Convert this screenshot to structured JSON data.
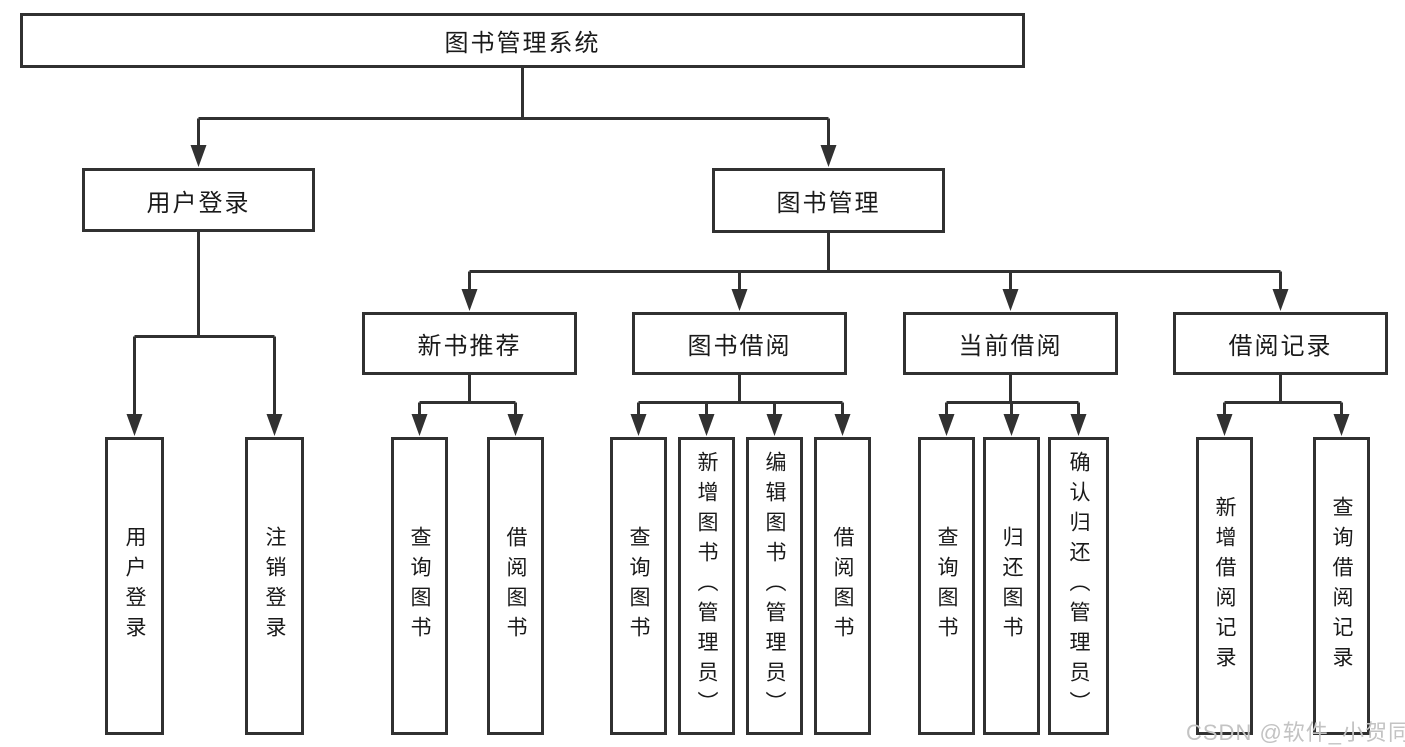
{
  "diagram": {
    "root": {
      "label": "图书管理系统"
    },
    "branches": [
      {
        "label": "用户登录",
        "children": [
          {
            "label": "用户登录"
          },
          {
            "label": "注销登录"
          }
        ]
      },
      {
        "label": "图书管理",
        "children": [
          {
            "label": "新书推荐",
            "children": [
              {
                "label": "查询图书"
              },
              {
                "label": "借阅图书"
              }
            ]
          },
          {
            "label": "图书借阅",
            "children": [
              {
                "label": "查询图书"
              },
              {
                "label": "新增图书（管理员）"
              },
              {
                "label": "编辑图书（管理员）"
              },
              {
                "label": "借阅图书"
              }
            ]
          },
          {
            "label": "当前借阅",
            "children": [
              {
                "label": "查询图书"
              },
              {
                "label": "归还图书"
              },
              {
                "label": "确认归还（管理员）"
              }
            ]
          },
          {
            "label": "借阅记录",
            "children": [
              {
                "label": "新增借阅记录"
              },
              {
                "label": "查询借阅记录"
              }
            ]
          }
        ]
      }
    ]
  },
  "watermark": {
    "text": "CSDN @软件_小贺同学"
  },
  "colors": {
    "line": "#313131",
    "border": "#313131",
    "text": "#1a1a1a",
    "background": "#ffffff",
    "watermark": "#c3c3c3"
  }
}
